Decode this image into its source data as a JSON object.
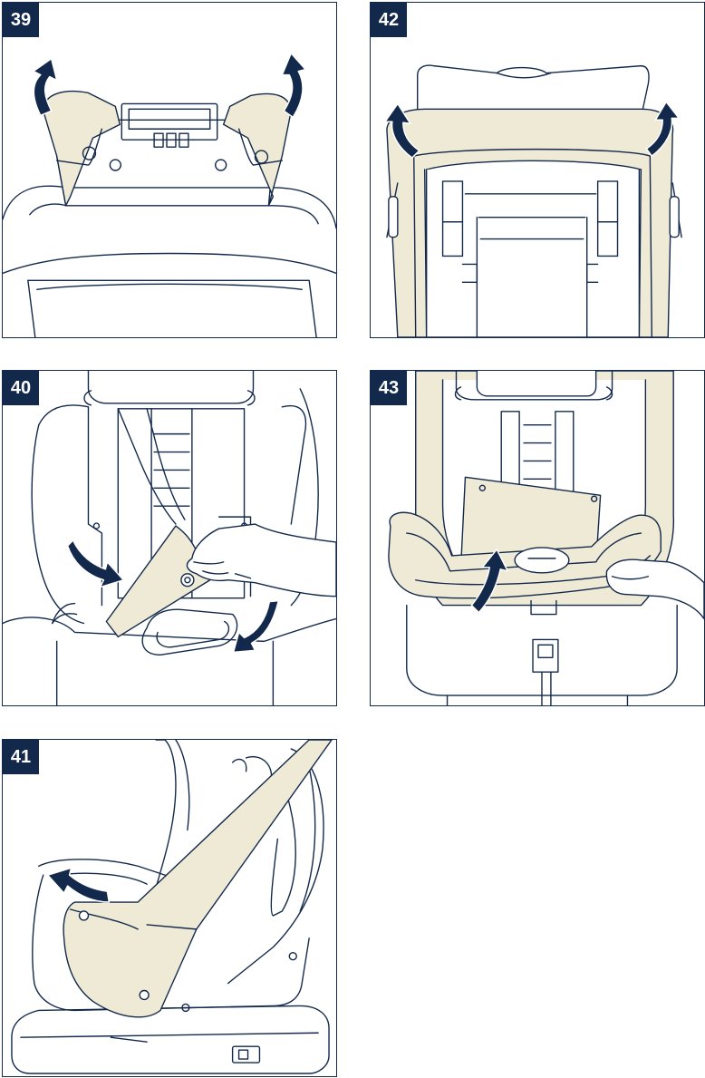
{
  "colors": {
    "badge_bg": "#13294b",
    "line": "#13294b",
    "highlight_fill": "#efead6",
    "arrow": "#13294b"
  },
  "panels": [
    {
      "step": "39",
      "description_icon": "headrest-cover-removal"
    },
    {
      "step": "42",
      "description_icon": "backrest-cover-removal"
    },
    {
      "step": "40",
      "description_icon": "harness-cover-removal"
    },
    {
      "step": "43",
      "description_icon": "seat-cushion-removal"
    },
    {
      "step": "41",
      "description_icon": "side-cover-removal"
    }
  ]
}
